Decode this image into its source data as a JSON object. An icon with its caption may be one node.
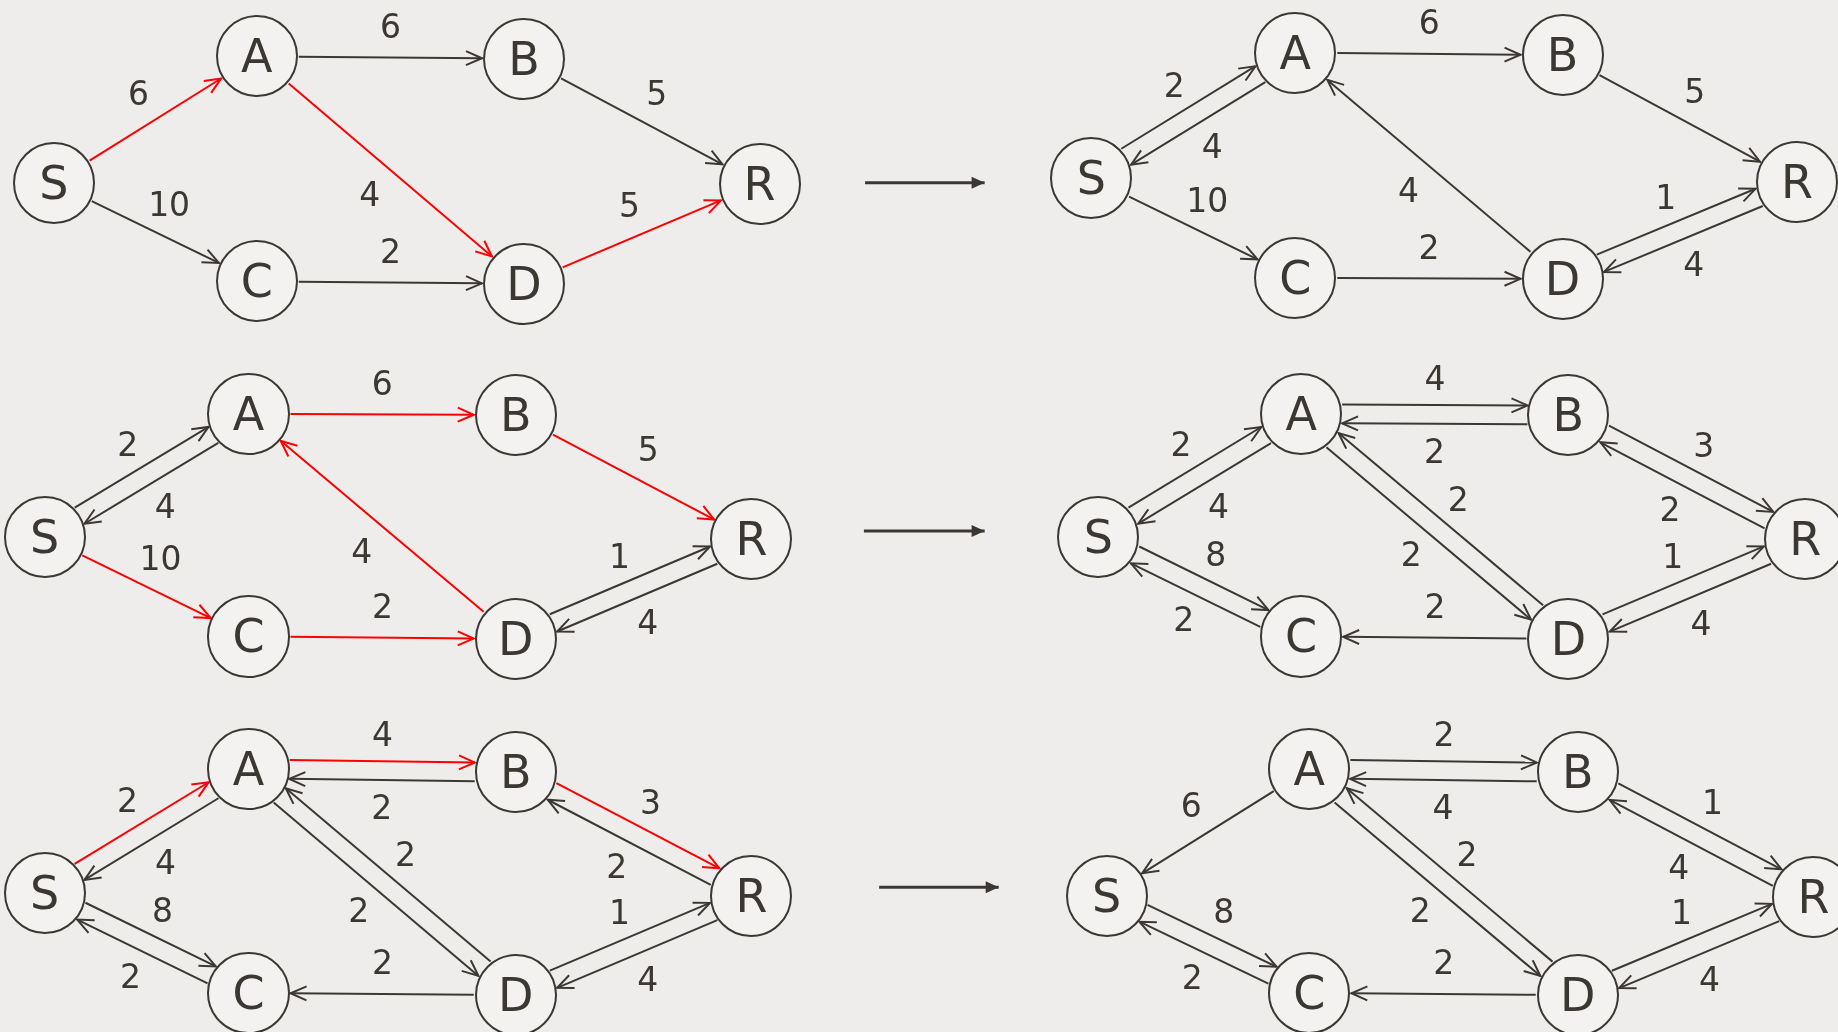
{
  "diagram": {
    "nodes": [
      {
        "text": [
          "S"
        ]
      },
      {
        "text": [
          "A"
        ]
      },
      {
        "text": [
          "B"
        ]
      },
      {
        "text": [
          "C"
        ]
      },
      {
        "text": [
          "D"
        ]
      },
      {
        "text": [
          "R"
        ]
      },
      {
        "text": [
          "S"
        ]
      },
      {
        "text": [
          "A"
        ]
      },
      {
        "text": [
          "B"
        ]
      },
      {
        "text": [
          "C"
        ]
      },
      {
        "text": [
          "D"
        ]
      },
      {
        "text": [
          "R"
        ]
      },
      {
        "text": [
          "S"
        ]
      },
      {
        "text": [
          "A"
        ]
      },
      {
        "text": [
          "B"
        ]
      },
      {
        "text": [
          "C"
        ]
      },
      {
        "text": [
          "D"
        ]
      },
      {
        "text": [
          "R"
        ]
      },
      {
        "text": [
          "S"
        ]
      },
      {
        "text": [
          "A"
        ]
      },
      {
        "text": [
          "B"
        ]
      },
      {
        "text": [
          "C"
        ]
      },
      {
        "text": [
          "D"
        ]
      },
      {
        "text": [
          "R"
        ]
      },
      {
        "text": [
          "S"
        ]
      },
      {
        "text": [
          "A"
        ]
      },
      {
        "text": [
          "B"
        ]
      },
      {
        "text": [
          "C"
        ]
      },
      {
        "text": [
          "D"
        ]
      },
      {
        "text": [
          "R"
        ]
      },
      {
        "text": [
          "S"
        ]
      },
      {
        "text": [
          "A"
        ]
      },
      {
        "text": [
          "B"
        ]
      },
      {
        "text": [
          "C"
        ]
      },
      {
        "text": [
          "D"
        ]
      },
      {
        "text": [
          "R"
        ]
      }
    ],
    "edges": [
      {
        "from": 0,
        "to": 1,
        "arrow": "to",
        "label": "6",
        "color": "#ff0000"
      },
      {
        "from": 1,
        "to": 2,
        "arrow": "to",
        "label": "6"
      },
      {
        "from": 1,
        "to": 4,
        "arrow": "to",
        "label": "4",
        "color": "#ff0000"
      },
      {
        "from": 2,
        "to": 5,
        "arrow": "to",
        "label": "5"
      },
      {
        "from": 0,
        "to": 3,
        "arrow": "to",
        "label": "10"
      },
      {
        "from": 3,
        "to": 4,
        "arrow": "to",
        "label": "2"
      },
      {
        "from": 4,
        "to": 5,
        "arrow": "to",
        "label": "5",
        "color": "#ff0000"
      },
      {
        "from": 6,
        "to": 7,
        "arrow": "to",
        "label": "2"
      },
      {
        "from": 7,
        "to": 6,
        "arrow": "to",
        "label": "4"
      },
      {
        "from": 7,
        "to": 8,
        "arrow": "to",
        "label": "6"
      },
      {
        "from": 8,
        "to": 11,
        "arrow": "to",
        "label": "5"
      },
      {
        "from": 10,
        "to": 7,
        "arrow": "to",
        "label": "4"
      },
      {
        "from": 6,
        "to": 9,
        "arrow": "to",
        "label": "10"
      },
      {
        "from": 9,
        "to": 10,
        "arrow": "to",
        "label": "2"
      },
      {
        "from": 10,
        "to": 11,
        "arrow": "to",
        "label": "1"
      },
      {
        "from": 11,
        "to": 10,
        "arrow": "to",
        "label": "4"
      },
      {
        "from": 12,
        "to": 13,
        "arrow": "to",
        "label": "2"
      },
      {
        "from": 13,
        "to": 12,
        "arrow": "to",
        "label": "4"
      },
      {
        "from": 13,
        "to": 14,
        "arrow": "to",
        "label": "6",
        "color": "#ff0000"
      },
      {
        "from": 14,
        "to": 17,
        "arrow": "to",
        "label": "5",
        "color": "#ff0000"
      },
      {
        "from": 16,
        "to": 13,
        "arrow": "to",
        "label": "4",
        "color": "#ff0000"
      },
      {
        "from": 12,
        "to": 15,
        "arrow": "to",
        "label": "10",
        "color": "#ff0000"
      },
      {
        "from": 15,
        "to": 16,
        "arrow": "to",
        "label": "2",
        "color": "#ff0000"
      },
      {
        "from": 16,
        "to": 17,
        "arrow": "to",
        "label": "1"
      },
      {
        "from": 17,
        "to": 16,
        "arrow": "to",
        "label": "4"
      },
      {
        "from": 19,
        "to": 20,
        "arrow": "to",
        "label": "4"
      },
      {
        "from": 20,
        "to": 19,
        "arrow": "to",
        "label": "2"
      },
      {
        "from": 18,
        "to": 19,
        "arrow": "to",
        "label": "2"
      },
      {
        "from": 19,
        "to": 18,
        "arrow": "to",
        "label": "4"
      },
      {
        "from": 20,
        "to": 23,
        "arrow": "to",
        "label": "3"
      },
      {
        "from": 23,
        "to": 20,
        "arrow": "to",
        "label": "2"
      },
      {
        "from": 22,
        "to": 19,
        "arrow": "to",
        "label": "2"
      },
      {
        "from": 19,
        "to": 22,
        "arrow": "to",
        "label": "2"
      },
      {
        "from": 18,
        "to": 21,
        "arrow": "to",
        "label": "8"
      },
      {
        "from": 21,
        "to": 18,
        "arrow": "to",
        "label": "2"
      },
      {
        "from": 22,
        "to": 21,
        "arrow": "to",
        "label": "2"
      },
      {
        "from": 22,
        "to": 23,
        "arrow": "to",
        "label": "1"
      },
      {
        "from": 23,
        "to": 22,
        "arrow": "to",
        "label": "4"
      },
      {
        "from": 25,
        "to": 26,
        "arrow": "to",
        "label": "4",
        "color": "#ff0000"
      },
      {
        "from": 26,
        "to": 25,
        "arrow": "to",
        "label": "2"
      },
      {
        "from": 24,
        "to": 25,
        "arrow": "to",
        "label": "2",
        "color": "#ff0000"
      },
      {
        "from": 25,
        "to": 24,
        "arrow": "to",
        "label": "4"
      },
      {
        "from": 26,
        "to": 29,
        "arrow": "to",
        "label": "3",
        "color": "#ff0000"
      },
      {
        "from": 29,
        "to": 26,
        "arrow": "to",
        "label": "2"
      },
      {
        "from": 28,
        "to": 25,
        "arrow": "to",
        "label": "2"
      },
      {
        "from": 25,
        "to": 28,
        "arrow": "to",
        "label": "2"
      },
      {
        "from": 24,
        "to": 27,
        "arrow": "to",
        "label": "8"
      },
      {
        "from": 27,
        "to": 24,
        "arrow": "to",
        "label": "2"
      },
      {
        "from": 28,
        "to": 27,
        "arrow": "to",
        "label": "2"
      },
      {
        "from": 28,
        "to": 29,
        "arrow": "to",
        "label": "1"
      },
      {
        "from": 29,
        "to": 28,
        "arrow": "to",
        "label": "4"
      },
      {
        "from": 31,
        "to": 32,
        "arrow": "to",
        "label": "2"
      },
      {
        "from": 32,
        "to": 31,
        "arrow": "to",
        "label": "4"
      },
      {
        "from": 31,
        "to": 30,
        "arrow": "to",
        "label": "6"
      },
      {
        "from": 32,
        "to": 35,
        "arrow": "to",
        "label": "1"
      },
      {
        "from": 35,
        "to": 32,
        "arrow": "to",
        "label": "4"
      },
      {
        "from": 34,
        "to": 31,
        "arrow": "to",
        "label": "2"
      },
      {
        "from": 31,
        "to": 34,
        "arrow": "to",
        "label": "2"
      },
      {
        "from": 30,
        "to": 33,
        "arrow": "to",
        "label": "8"
      },
      {
        "from": 33,
        "to": 30,
        "arrow": "to",
        "label": "2"
      },
      {
        "from": 34,
        "to": 33,
        "arrow": "to",
        "label": "2"
      },
      {
        "from": 34,
        "to": 35,
        "arrow": "to",
        "label": "1"
      },
      {
        "from": 35,
        "to": 34,
        "arrow": "to",
        "label": "4"
      }
    ]
  }
}
